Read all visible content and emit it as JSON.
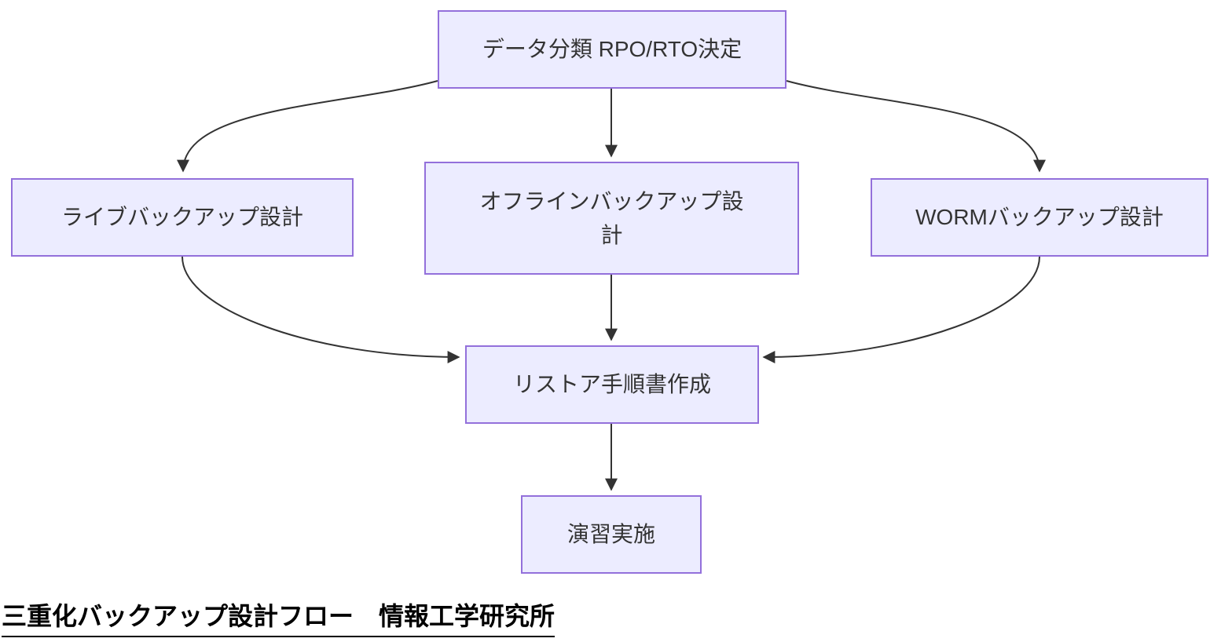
{
  "diagram": {
    "type": "flowchart",
    "direction": "top-down",
    "nodes": [
      {
        "id": "classify",
        "label": "データ分類 RPO/RTO決定"
      },
      {
        "id": "live",
        "label": "ライブバックアップ設計"
      },
      {
        "id": "offline",
        "label": "オフラインバックアップ設計"
      },
      {
        "id": "worm",
        "label": "WORMバックアップ設計"
      },
      {
        "id": "restore",
        "label": "リストア手順書作成"
      },
      {
        "id": "drill",
        "label": "演習実施"
      }
    ],
    "edges": [
      {
        "from": "classify",
        "to": "live"
      },
      {
        "from": "classify",
        "to": "offline"
      },
      {
        "from": "classify",
        "to": "worm"
      },
      {
        "from": "live",
        "to": "restore"
      },
      {
        "from": "offline",
        "to": "restore"
      },
      {
        "from": "worm",
        "to": "restore"
      },
      {
        "from": "restore",
        "to": "drill"
      }
    ],
    "colors": {
      "node_fill": "#ECECFF",
      "node_border": "#9370DB",
      "edge": "#333333",
      "text": "#333333",
      "caption": "#000000"
    }
  },
  "caption": {
    "text": "三重化バックアップ設計フロー　情報工学研究所"
  }
}
